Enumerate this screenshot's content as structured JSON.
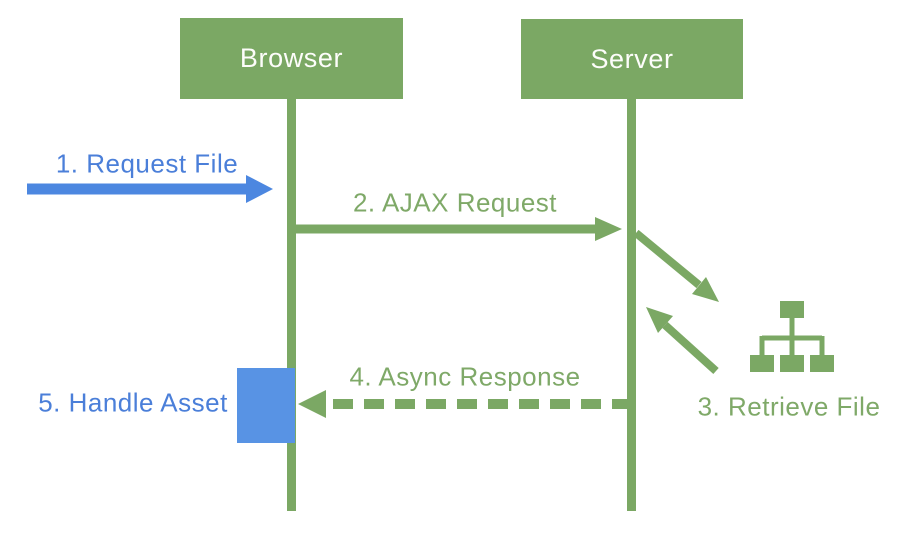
{
  "diagram": {
    "actors": [
      {
        "id": "browser",
        "label": "Browser"
      },
      {
        "id": "server",
        "label": "Server"
      }
    ],
    "steps": [
      {
        "id": "request-file",
        "label": "1. Request File",
        "arrow_style": "solid",
        "color": "#4B7FD9"
      },
      {
        "id": "ajax-request",
        "label": "2. AJAX Request",
        "arrow_style": "solid",
        "color": "#7FA968"
      },
      {
        "id": "retrieve-file",
        "label": "3. Retrieve File",
        "arrow_style": "solid-diagonal-pair",
        "color": "#7FA968"
      },
      {
        "id": "async-response",
        "label": "4. Async Response",
        "arrow_style": "dashed",
        "color": "#7FA968"
      },
      {
        "id": "handle-asset",
        "label": "5. Handle Asset",
        "arrow_style": "none",
        "color": "#4B7FD9"
      }
    ],
    "icons": [
      {
        "name": "file-tree-icon"
      }
    ],
    "colors": {
      "green": "#7BA864",
      "blue_arrow": "#4C87E0",
      "blue_activation": "#5893E4",
      "text_blue": "#4B7FD9",
      "text_green": "#7FA968",
      "actor_text": "#FDFDFA",
      "background": "#FFFFFF"
    }
  }
}
